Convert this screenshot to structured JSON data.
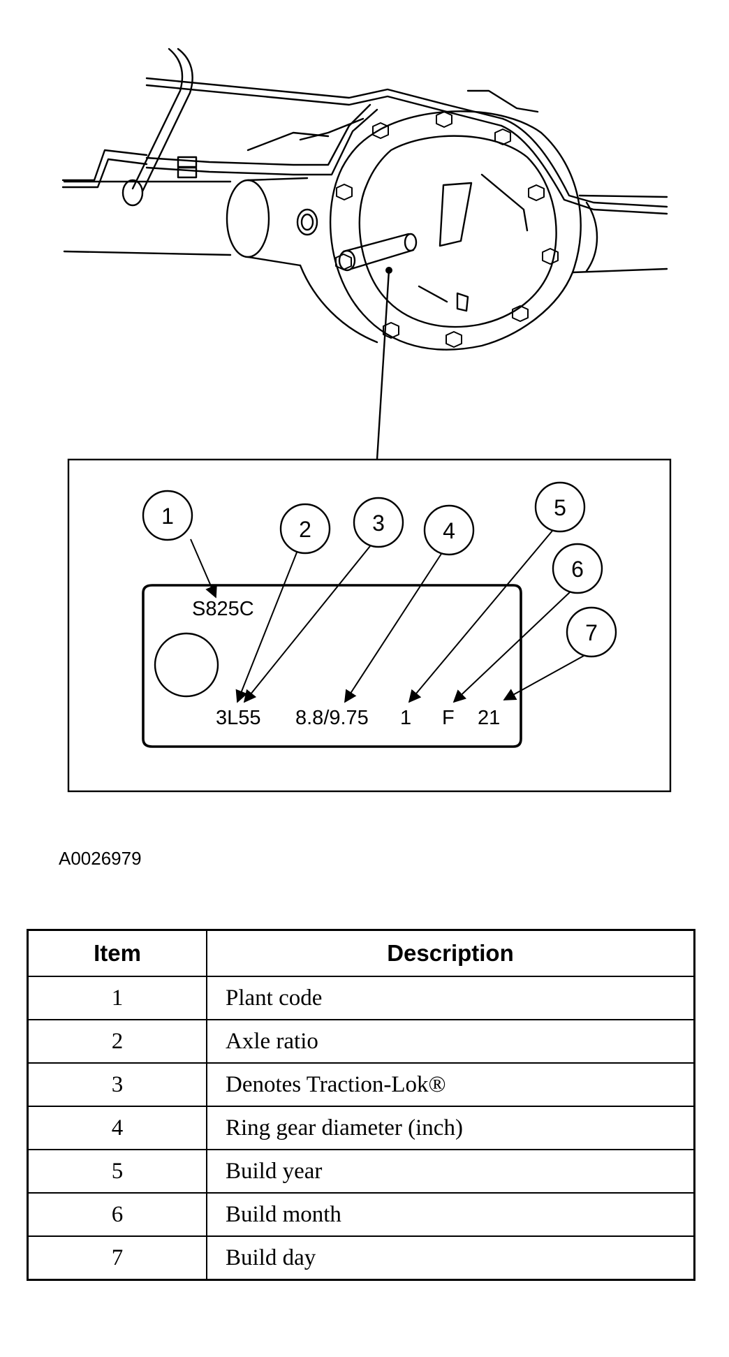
{
  "tag": {
    "plant_code": "S825C",
    "axle_ratio_code": "3L55",
    "ring_gear": "8.8/9.75",
    "build_year": "1",
    "build_month": "F",
    "build_day": "21"
  },
  "callouts": [
    "1",
    "2",
    "3",
    "4",
    "5",
    "6",
    "7"
  ],
  "figure_id": "A0026979",
  "table": {
    "headers": [
      "Item",
      "Description"
    ],
    "rows": [
      {
        "item": "1",
        "description": "Plant code"
      },
      {
        "item": "2",
        "description": "Axle ratio"
      },
      {
        "item": "3",
        "description": "Denotes Traction-Lok®"
      },
      {
        "item": "4",
        "description": "Ring gear diameter (inch)"
      },
      {
        "item": "5",
        "description": "Build year"
      },
      {
        "item": "6",
        "description": "Build month"
      },
      {
        "item": "7",
        "description": "Build day"
      }
    ]
  }
}
